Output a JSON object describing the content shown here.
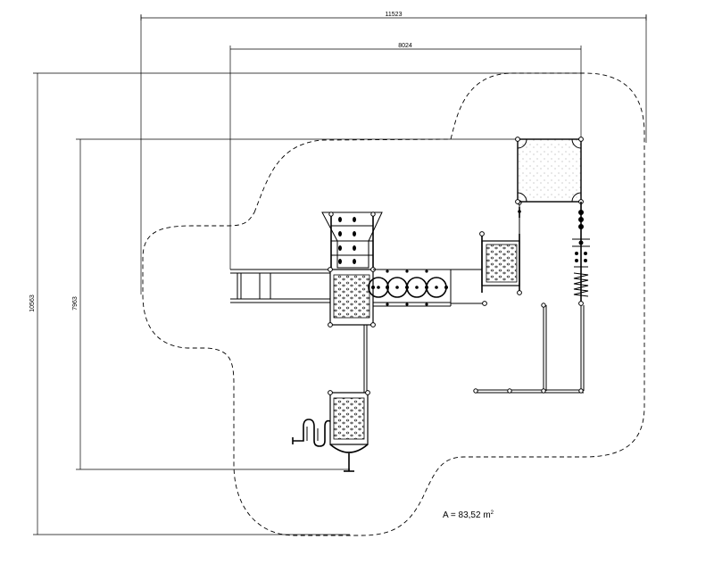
{
  "dimensions": {
    "overall_width": "11523",
    "inner_width": "8024",
    "overall_height": "10563",
    "inner_height": "7963"
  },
  "area": {
    "label": "A = 83,52 m",
    "superscript": "2"
  }
}
